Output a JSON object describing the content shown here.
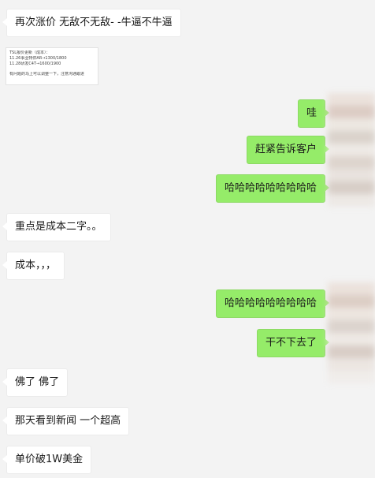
{
  "messages": [
    {
      "side": "left",
      "text": "再次涨价 无敌不无敌- -牛逼不牛逼"
    },
    {
      "side": "right",
      "text": "哇"
    },
    {
      "side": "right",
      "text": "赶紧告诉客户"
    },
    {
      "side": "right",
      "text": "哈哈哈哈哈哈哈哈哈"
    },
    {
      "side": "left",
      "text": "重点是成本二字。。"
    },
    {
      "side": "left",
      "text": "成本，，，"
    },
    {
      "side": "right",
      "text": "哈哈哈哈哈哈哈哈哈"
    },
    {
      "side": "right",
      "text": "干不下去了"
    },
    {
      "side": "left",
      "text": "佛了 佛了"
    },
    {
      "side": "left",
      "text": "那天看到新闻 一个超高"
    },
    {
      "side": "left",
      "text": "单价破1W美金"
    }
  ],
  "image_message": {
    "lines": [
      "TSL报价更新（成本）：",
      "11.26事业特供AR→1300/1800",
      "11.28研发C4T→1600/1900",
      "有问题的马上可以调整一下，注意沟通跟进"
    ]
  },
  "colors": {
    "background": "#f3f3f3",
    "bubble_left": "#ffffff",
    "bubble_right": "#95ec69",
    "text": "#1a1a1a"
  }
}
